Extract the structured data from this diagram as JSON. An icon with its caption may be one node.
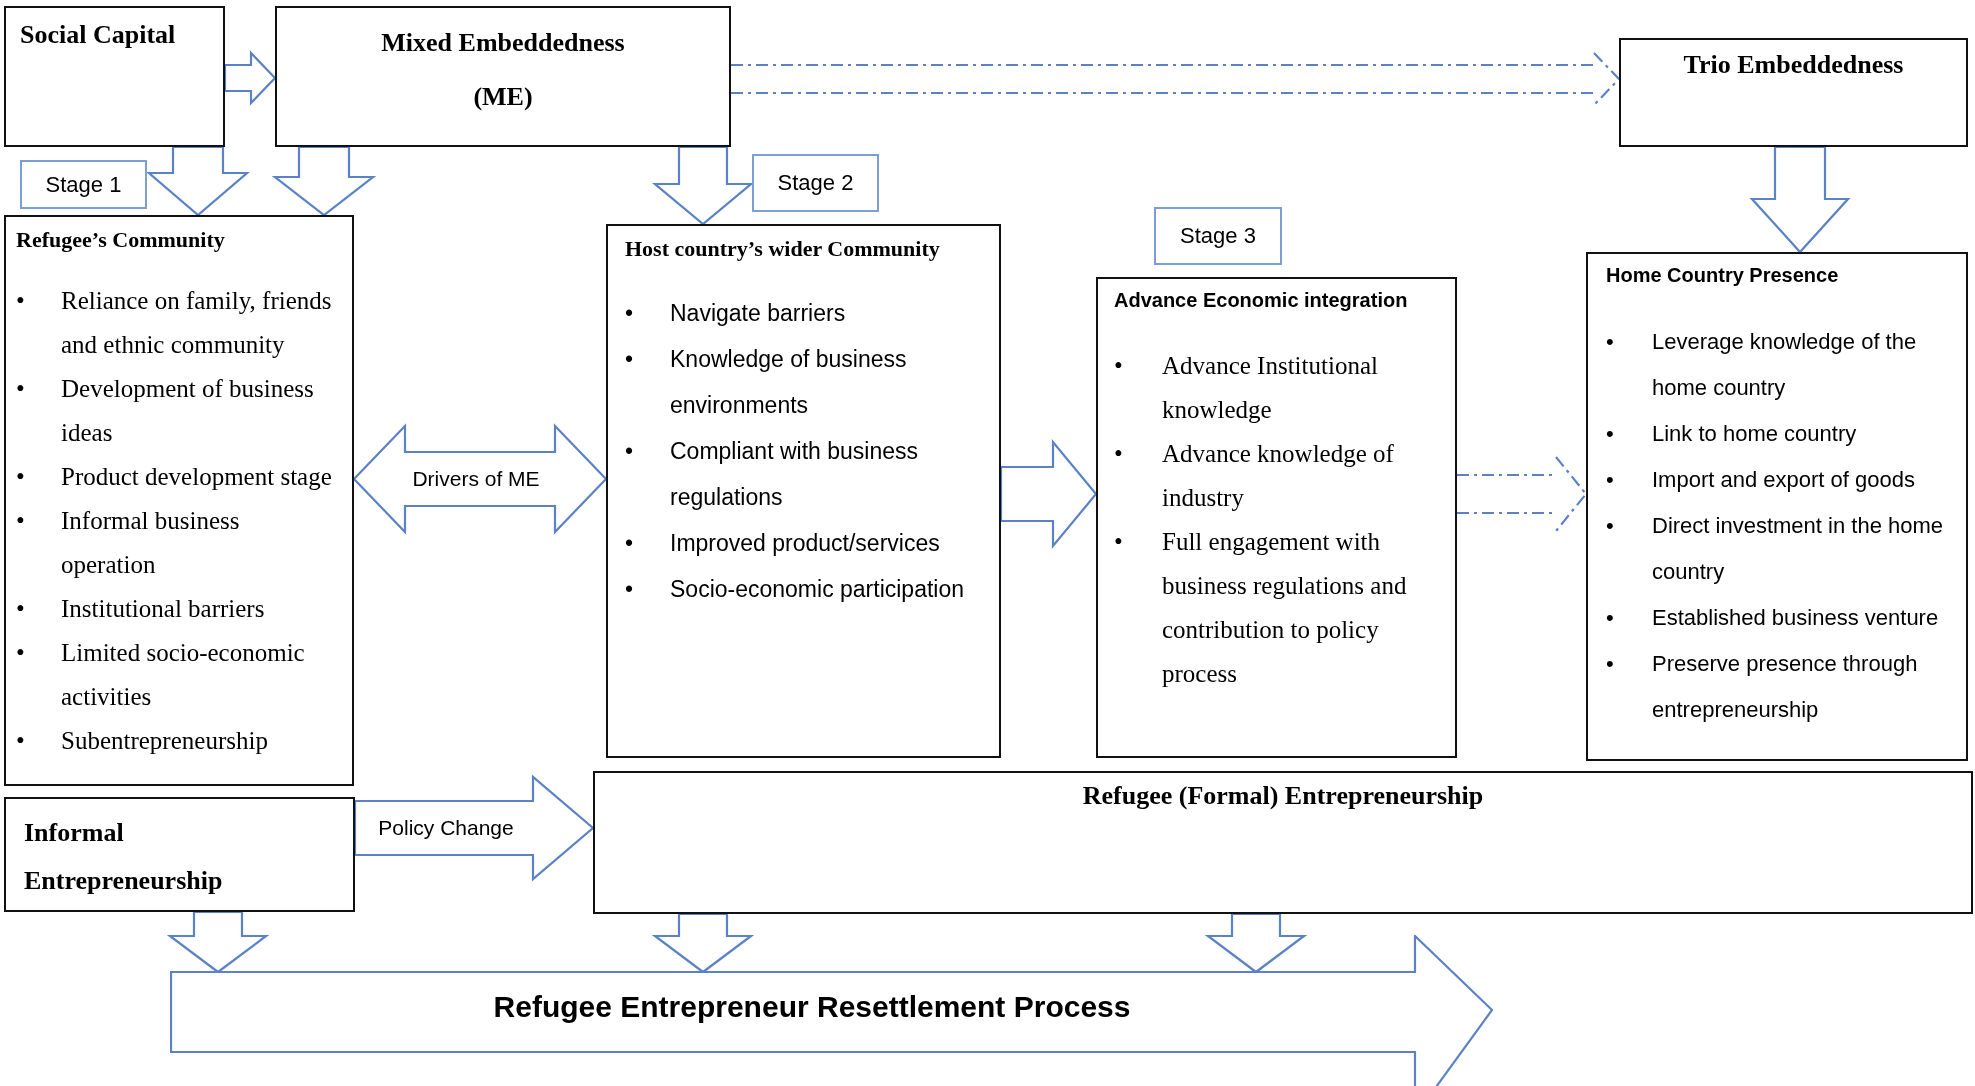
{
  "diagram": {
    "nodes": [
      {
        "text": [
          "Social Capital"
        ]
      },
      {
        "text": [
          "Mixed Embeddedness (ME)"
        ]
      },
      {
        "text": [
          "Trio Embeddedness"
        ]
      },
      {
        "text": [
          "Stage 1"
        ]
      },
      {
        "text": [
          "Stage 2"
        ]
      },
      {
        "text": [
          "Stage 3"
        ]
      },
      {
        "text": [
          "Refugee’s Community",
          "Reliance on family, friends and ethnic community",
          "Development of business ideas",
          "Product development stage",
          "Informal business operation",
          "Institutional barriers",
          "Limited socio-economic activities",
          "Subentrepreneurship"
        ]
      },
      {
        "text": [
          "Host country’s wider Community",
          "Navigate barriers",
          "Knowledge of business environments",
          "Compliant with business regulations",
          "Improved product/services",
          "Socio-economic participation"
        ]
      },
      {
        "text": [
          "Advance Economic integration",
          "Advance Institutional knowledge",
          "Advance knowledge of industry",
          "Full engagement with business regulations and contribution to policy process"
        ]
      },
      {
        "text": [
          "Home Country Presence",
          "Leverage knowledge of the home country",
          "Link to home country",
          "Import and export of goods",
          "Direct investment in the home country",
          "Established business venture",
          "Preserve presence through entrepreneurship"
        ]
      },
      {
        "text": [
          "Informal Entrepreneurship"
        ]
      },
      {
        "text": [
          "Refugee (Formal) Entrepreneurship"
        ]
      },
      {
        "text": [
          "Refugee Entrepreneur Resettlement Process"
        ]
      }
    ],
    "edges": [
      {
        "from": 0,
        "to": 1,
        "arrow": "to"
      },
      {
        "from": 1,
        "to": 2,
        "arrow": "to",
        "style": "dashed"
      },
      {
        "from": 0,
        "to": 6,
        "arrow": "to"
      },
      {
        "from": 1,
        "to": 6,
        "arrow": "to"
      },
      {
        "from": 1,
        "to": 7,
        "arrow": "to"
      },
      {
        "from": 2,
        "to": 9,
        "arrow": "to"
      },
      {
        "from": 6,
        "to": 7,
        "arrow": "both",
        "label": "Drivers of ME"
      },
      {
        "from": 7,
        "to": 8,
        "arrow": "to"
      },
      {
        "from": 8,
        "to": 9,
        "arrow": "to",
        "style": "dashed"
      },
      {
        "from": 10,
        "to": 11,
        "arrow": "to",
        "label": "Policy Change"
      },
      {
        "from": 10,
        "to": 12,
        "arrow": "to"
      },
      {
        "from": 11,
        "to": 12,
        "arrow": "to"
      },
      {
        "from": 11,
        "to": 12,
        "arrow": "to"
      }
    ],
    "labels": [
      "•",
      "•",
      "•",
      "•",
      "•",
      "•",
      "•",
      "•",
      "•",
      "•",
      "•",
      "•",
      "•",
      "•",
      "•",
      "•",
      "•",
      "•",
      "•",
      "•",
      "•"
    ]
  }
}
